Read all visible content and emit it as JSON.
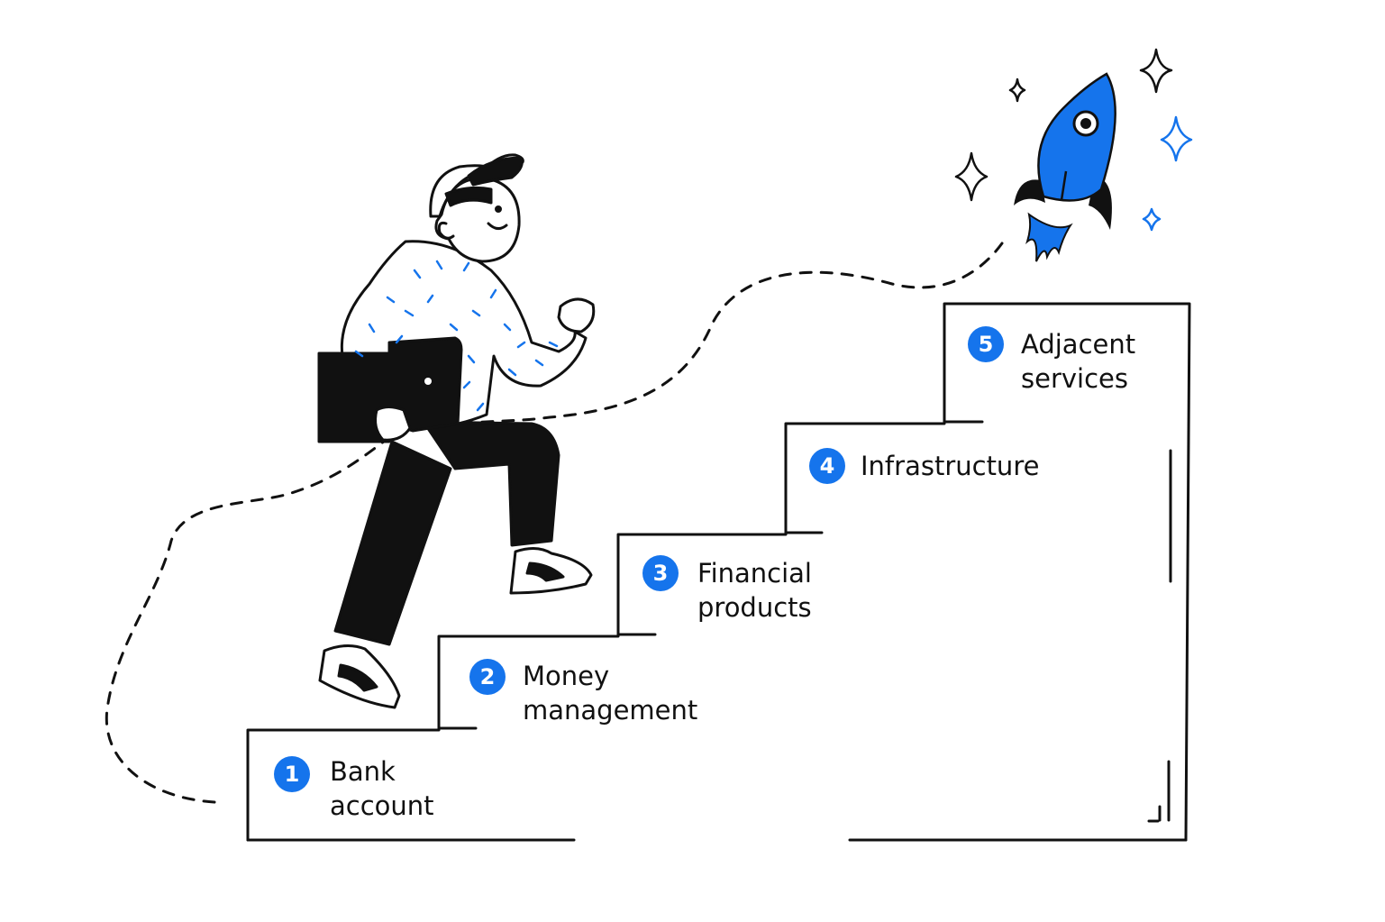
{
  "colors": {
    "accent": "#1574ec",
    "ink": "#111111",
    "background": "#ffffff"
  },
  "steps": [
    {
      "number": "1",
      "line1": "Bank",
      "line2": "account"
    },
    {
      "number": "2",
      "line1": "Money",
      "line2": "management"
    },
    {
      "number": "3",
      "line1": "Financial",
      "line2": "products"
    },
    {
      "number": "4",
      "line1": "Infrastructure",
      "line2": ""
    },
    {
      "number": "5",
      "line1": "Adjacent",
      "line2": "services"
    }
  ],
  "icons": [
    "rocket-icon",
    "sparkle-icon",
    "person-with-laptop-illustration",
    "staircase"
  ]
}
